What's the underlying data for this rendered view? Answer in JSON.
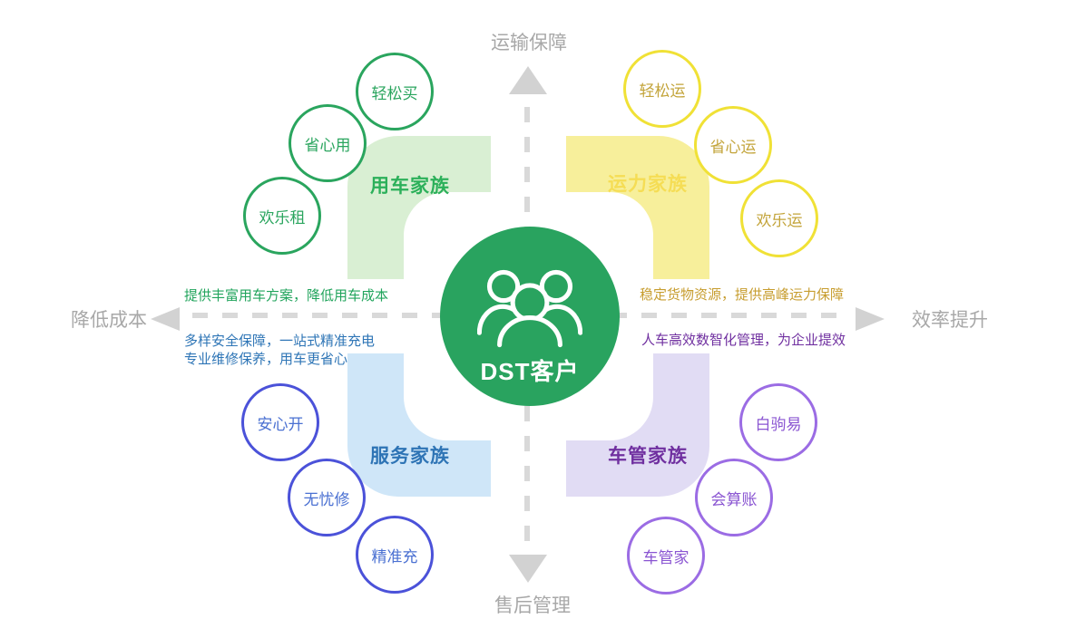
{
  "center": {
    "label": "DST客户",
    "color": "#29a35f",
    "icon": "people-group-icon"
  },
  "axes": {
    "top": "运输保障",
    "bottom": "售后管理",
    "left": "降低成本",
    "right": "效率提升",
    "text_color": "#a8a8a8",
    "arrow_color": "#d2d2d2",
    "dash_color": "#d9d9d9"
  },
  "quadrants": {
    "vehicle": {
      "family": "用车家族",
      "items": [
        "轻松买",
        "省心用",
        "欢乐租"
      ],
      "annotation": [
        "提供丰富用车方案，降低用车成本"
      ],
      "colors": {
        "band": "#d9efd3",
        "stroke": "#2aa55e",
        "item_text": "#2aa55e",
        "family_label": "#2cb05a",
        "annotation": "#21a45c"
      }
    },
    "capacity": {
      "family": "运力家族",
      "items": [
        "轻松运",
        "省心运",
        "欢乐运"
      ],
      "annotation": [
        "稳定货物资源，提供高峰运力保障"
      ],
      "colors": {
        "band": "#f7ef9b",
        "stroke": "#f0e136",
        "item_text": "#c3a43a",
        "family_label": "#f5dd55",
        "annotation": "#c79d2f"
      }
    },
    "service": {
      "family": "服务家族",
      "items": [
        "安心开",
        "无忧修",
        "精准充"
      ],
      "annotation": [
        "多样安全保障，一站式精准充电",
        "专业维修保养，用车更省心"
      ],
      "colors": {
        "band": "#cfe6f8",
        "stroke": "#4b52d9",
        "item_text": "#4a70d2",
        "family_label": "#2e74b5",
        "annotation": "#2e75b6"
      }
    },
    "management": {
      "family": "车管家族",
      "items": [
        "白驹易",
        "会算账",
        "车管家"
      ],
      "annotation": [
        "人车高效数智化管理，为企业提效"
      ],
      "colors": {
        "band": "#e1dcf4",
        "stroke": "#9b6ce4",
        "item_text": "#8a55d2",
        "family_label": "#7030a0",
        "annotation": "#7030a0"
      }
    }
  }
}
